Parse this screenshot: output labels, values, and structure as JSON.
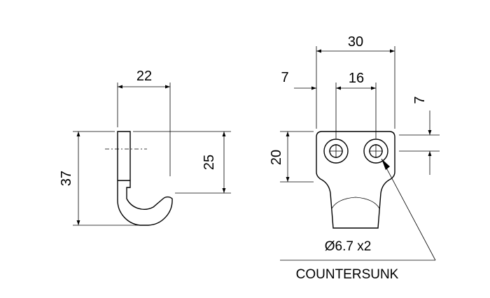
{
  "side_view": {
    "width_dim": "22",
    "height_dim": "37",
    "hook_depth_dim": "25"
  },
  "front_view": {
    "overall_width_dim": "30",
    "edge_offset_dim": "7",
    "hole_spacing_dim": "16",
    "top_offset_dim": "7",
    "plate_height_dim": "20"
  },
  "notes": {
    "hole_callout": "Ø6.7 x2",
    "countersunk": "COUNTERSUNK"
  }
}
